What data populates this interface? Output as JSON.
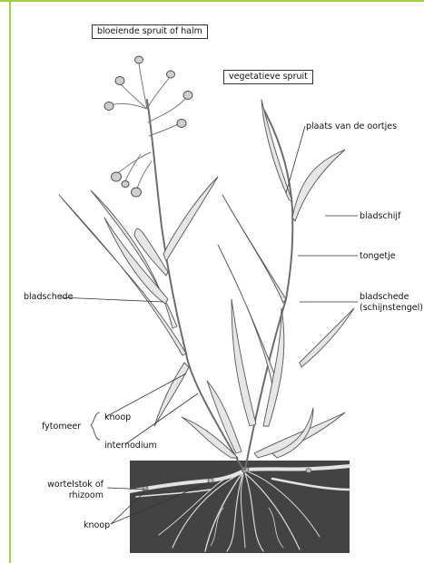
{
  "colors": {
    "frame_accent": "#9fcf3c",
    "stem": "#6d6d6d",
    "leaf_fill": "#e6e6e6",
    "leaf_edge": "#555555",
    "soil": "#3a3a3a",
    "roots": "#d7d7d7",
    "leader": "#333333"
  },
  "titles": {
    "flowering": "bloeiende spruit of halm",
    "vegetative": "vegetatieve spruit"
  },
  "labels": {
    "oortjes": "plaats van de oortjes",
    "bladschijf": "bladschijf",
    "tongetje": "tongetje",
    "bladschede_right_1": "bladschede",
    "bladschede_right_2": "(schijnstengel)",
    "bladschede_left": "bladschede",
    "knoop_top": "knoop",
    "fytomeer": "fytomeer",
    "internodium": "internodium",
    "wortelstok_1": "wortelstok of",
    "wortelstok_2": "rhizoom",
    "knoop_bottom": "knoop"
  }
}
